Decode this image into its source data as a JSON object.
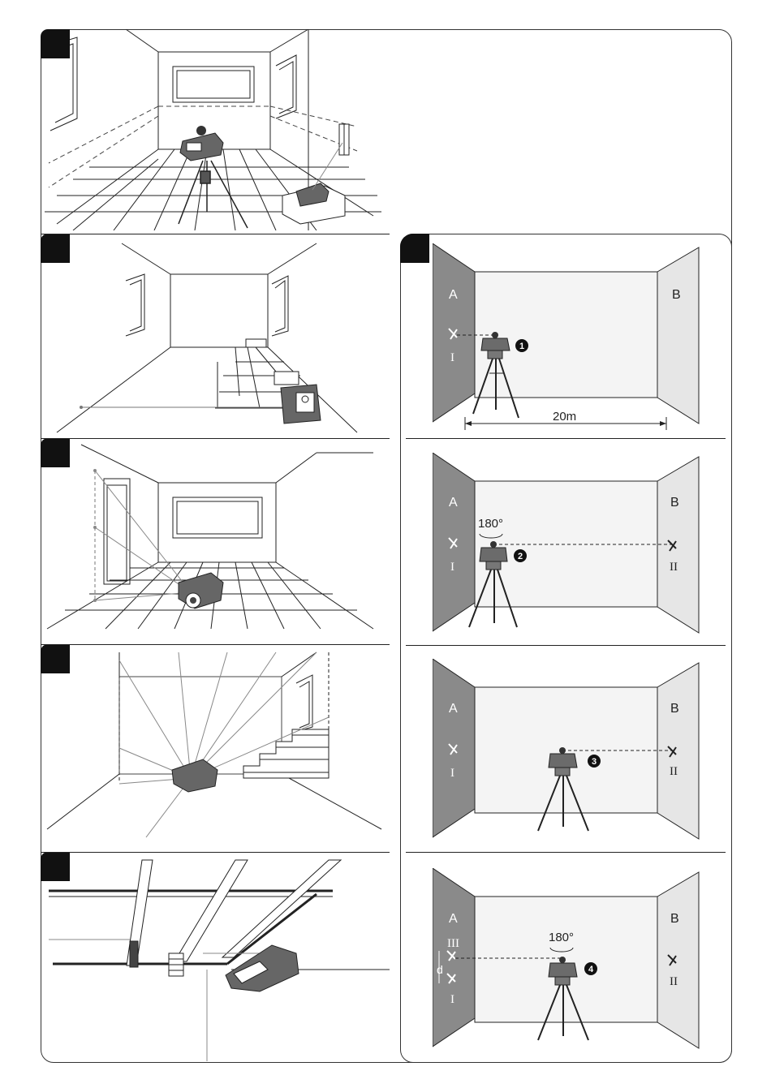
{
  "panels": {
    "calib1": {
      "left_wall": "A",
      "right_wall": "B",
      "mark_left": "I",
      "step": "1",
      "distance": "20m"
    },
    "calib2": {
      "left_wall": "A",
      "right_wall": "B",
      "mark_left": "I",
      "mark_right": "II",
      "rotation": "180°",
      "step": "2"
    },
    "calib3": {
      "left_wall": "A",
      "right_wall": "B",
      "mark_left": "I",
      "mark_right": "II",
      "step": "3"
    },
    "calib4": {
      "left_wall": "A",
      "right_wall": "B",
      "mark_top": "III",
      "mark_left": "I",
      "mark_right": "II",
      "diff": "d",
      "rotation": "180°",
      "step": "4"
    }
  },
  "colors": {
    "wall_dark": "#8a8a8a",
    "wall_light": "#e6e6e6",
    "back_wall": "#f4f4f4",
    "ink": "#222222",
    "device": "#6b6b6b"
  }
}
